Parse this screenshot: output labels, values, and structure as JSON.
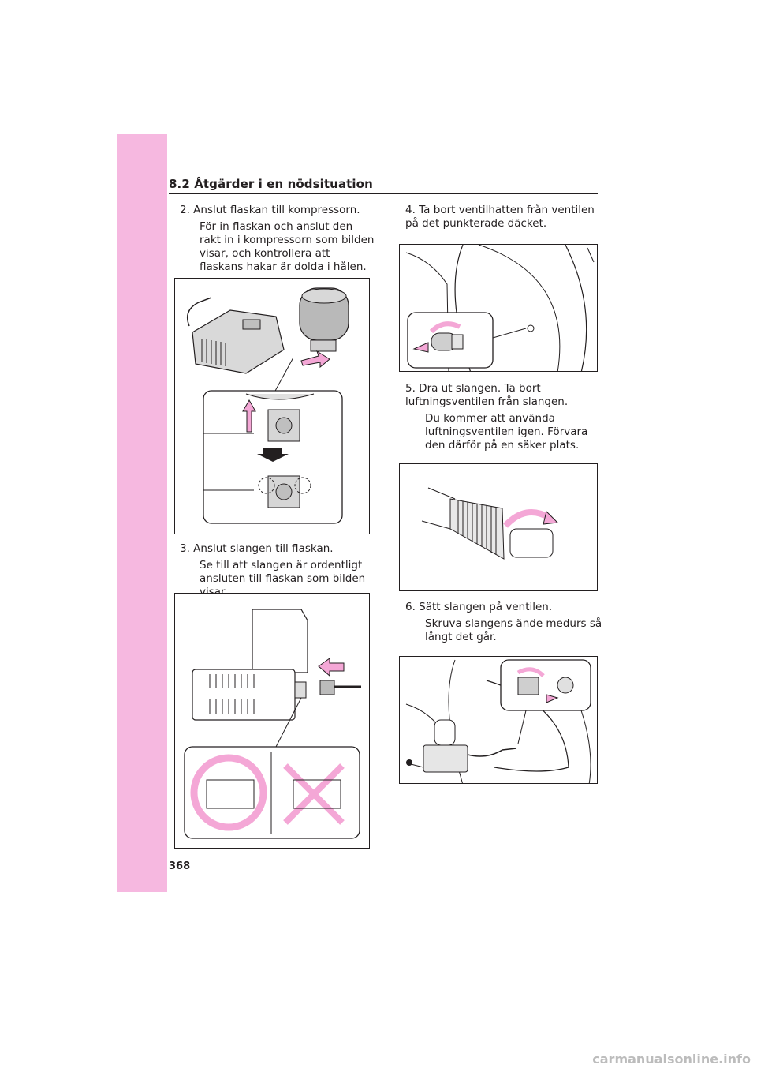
{
  "header": {
    "title": "8.2  Åtgärder i en nödsituation"
  },
  "steps": [
    {
      "title": "2. Anslut flaskan till kompressorn.",
      "desc": "För in flaskan och anslut den rakt in i kompressorn som bilden visar, och kontrollera att flaskans hakar är dolda i hålen."
    },
    {
      "title": "3. Anslut slangen till flaskan.",
      "desc": "Se till att slangen är ordentligt ansluten till flaskan som bilden visar."
    },
    {
      "title": "4. Ta bort ventilhatten från ventilen på det punkterade däcket.",
      "desc": ""
    },
    {
      "title": "5. Dra ut slangen. Ta bort luftningsventilen från slangen.",
      "desc": "Du kommer att använda luftningsventilen igen. Förvara den därför på en säker plats."
    },
    {
      "title": "6. Sätt slangen på ventilen.",
      "desc": "Skruva slangens ände medurs så långt det går."
    }
  ],
  "page_number": "368",
  "watermark": "carmanualsonline.info",
  "colors": {
    "tab": "#f6b8e0",
    "accent": "#f4a7d6"
  }
}
